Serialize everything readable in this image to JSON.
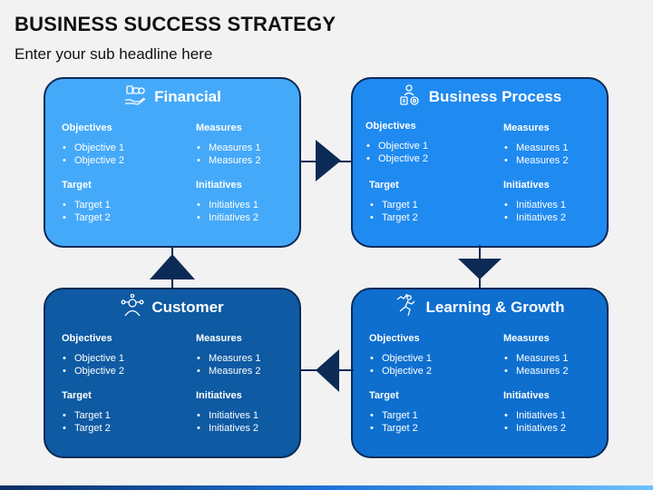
{
  "title": "BUSINESS SUCCESS STRATEGY",
  "subtitle": "Enter your sub headline here",
  "colors": {
    "financial": "#45a9f9",
    "business_process": "#1f8af0",
    "customer": "#0e5aa3",
    "learning_growth": "#0e6fcf",
    "outline": "#0b2a55",
    "arrow": "#0b2a55"
  },
  "cards": {
    "financial": {
      "title": "Financial",
      "icon": "money-hand-icon",
      "objectives_label": "Objectives",
      "objectives": [
        "Objective 1",
        "Objective 2"
      ],
      "measures_label": "Measures",
      "measures": [
        "Measures 1",
        "Measures 2"
      ],
      "target_label": "Target",
      "targets": [
        "Target 1",
        "Target 2"
      ],
      "initiatives_label": "Initiatives",
      "initiatives": [
        "Initiatives 1",
        "Initiatives 2"
      ]
    },
    "business_process": {
      "title": "Business Process",
      "icon": "process-gear-icon",
      "objectives_label": "Objectives",
      "objectives": [
        "Objective 1",
        "Objective 2"
      ],
      "measures_label": "Measures",
      "measures": [
        "Measures 1",
        "Measures 2"
      ],
      "target_label": "Target",
      "targets": [
        "Target 1",
        "Target 2"
      ],
      "initiatives_label": "Initiatives",
      "initiatives": [
        "Initiatives 1",
        "Initiatives 2"
      ]
    },
    "customer": {
      "title": "Customer",
      "icon": "customer-network-icon",
      "objectives_label": "Objectives",
      "objectives": [
        "Objective 1",
        "Objective 2"
      ],
      "measures_label": "Measures",
      "measures": [
        "Measures 1",
        "Measures 2"
      ],
      "target_label": "Target",
      "targets": [
        "Target 1",
        "Target 2"
      ],
      "initiatives_label": "Initiatives",
      "initiatives": [
        "Initiatives 1",
        "Initiatives 2"
      ]
    },
    "learning_growth": {
      "title": "Learning & Growth",
      "icon": "running-growth-icon",
      "objectives_label": "Objectives",
      "objectives": [
        "Objective 1",
        "Objective 2"
      ],
      "measures_label": "Measures",
      "measures": [
        "Measures 1",
        "Measures 2"
      ],
      "target_label": "Target",
      "targets": [
        "Target 1",
        "Target 2"
      ],
      "initiatives_label": "Initiatives",
      "initiatives": [
        "Initiatives 1",
        "Initiatives 2"
      ]
    }
  }
}
